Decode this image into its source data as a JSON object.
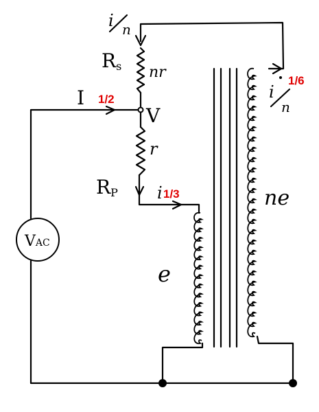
{
  "labels": {
    "current_top": "i/n",
    "current_right": "i/n",
    "rs": "Rs",
    "nr": "nr",
    "i_main": "I",
    "v": "V",
    "r": "r",
    "rp": "Rp",
    "i_primary": "i",
    "ne": "ne",
    "e": "e",
    "vac": "VAC"
  },
  "annotations": {
    "i_main_tag": "1/2",
    "i_primary_tag": "1/3",
    "i_right_tag": "1/6"
  },
  "colors": {
    "ink": "#000000",
    "annotation": "#e00000"
  }
}
